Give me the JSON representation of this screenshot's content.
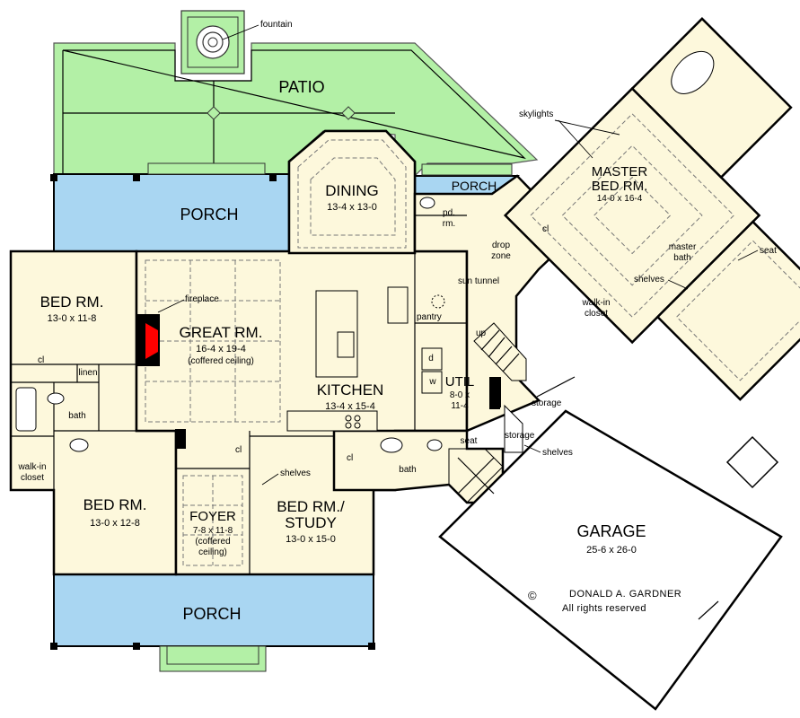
{
  "labels": {
    "fountain": "fountain",
    "patio": "PATIO",
    "porch_back": "PORCH",
    "porch_back_small": "PORCH",
    "porch_front": "PORCH",
    "dining": "DINING",
    "dining_dim": "13-4 x 13-0",
    "pd_rm_1": "pd.",
    "pd_rm_2": "rm.",
    "drop_zone_1": "drop",
    "drop_zone_2": "zone",
    "sun_tunnel": "sun tunnel",
    "pantry": "pantry",
    "up": "up",
    "util": "UTIL",
    "util_dim_1": "8-0 x",
    "util_dim_2": "11-4",
    "d": "d",
    "w": "w",
    "skylights": "skylights",
    "master_1": "MASTER",
    "master_2": "BED RM.",
    "master_dim": "14-0 x 16-4",
    "cl": "cl",
    "master_bath_1": "master",
    "master_bath_2": "bath",
    "seat": "seat",
    "shelves": "shelves",
    "walkin_1": "walk-in",
    "walkin_2": "closet",
    "bed1": "BED RM.",
    "bed1_dim": "13-0 x 11-8",
    "linen": "linen",
    "bath": "bath",
    "bed2": "BED RM.",
    "bed2_dim": "13-0 x 12-8",
    "fireplace": "fireplace",
    "great": "GREAT RM.",
    "great_dim": "16-4 x 19-4",
    "great_note": "(coffered ceiling)",
    "kitchen": "KITCHEN",
    "kitchen_dim": "13-4 x 15-4",
    "storage": "storage",
    "foyer": "FOYER",
    "foyer_dim": "7-8 x 11-8",
    "foyer_note_1": "(coffered",
    "foyer_note_2": "ceiling)",
    "study_1": "BED RM./",
    "study_2": "STUDY",
    "study_dim": "13-0 x 15-0",
    "garage": "GARAGE",
    "garage_dim": "25-6 x 26-0",
    "copyright_symbol": "©",
    "copyright_name": "DONALD A. GARDNER",
    "copyright_rights": "All rights reserved"
  },
  "colors": {
    "room_fill": "#fdf8dc",
    "porch_fill": "#a9d6f2",
    "patio_fill": "#b3f0a6",
    "fireplace": "#ff0000",
    "wall": "#000000"
  }
}
